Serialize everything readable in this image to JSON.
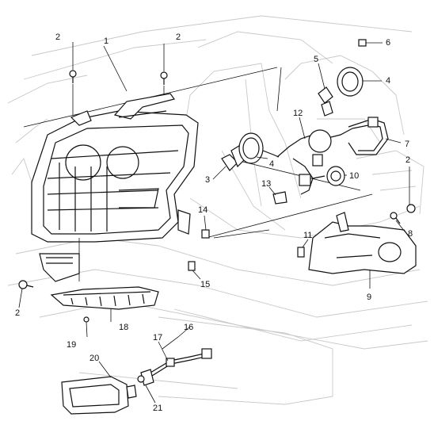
{
  "callouts": {
    "c1": "1",
    "c2a": "2",
    "c2b": "2",
    "c2c": "2",
    "c2d": "2",
    "c3": "3",
    "c4a": "4",
    "c4b": "4",
    "c5": "5",
    "c6": "6",
    "c7": "7",
    "c8": "8",
    "c9": "9",
    "c10": "10",
    "c11": "11",
    "c12": "12",
    "c13": "13",
    "c14": "14",
    "c15": "15",
    "c16": "16",
    "c17": "17",
    "c18": "18",
    "c19": "19",
    "c20": "20",
    "c21": "21"
  }
}
